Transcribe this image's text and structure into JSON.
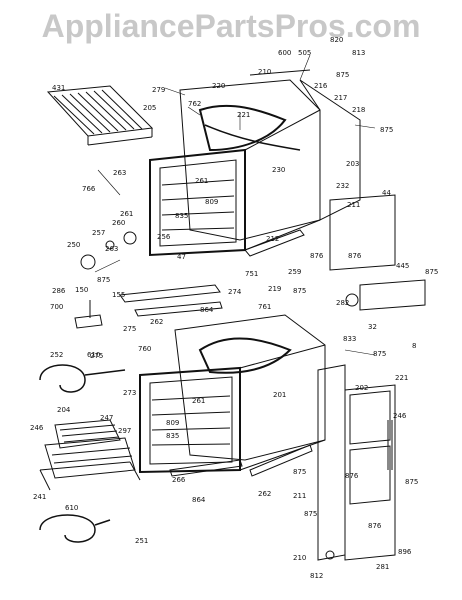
{
  "watermark": {
    "text": "AppliancePartsPros.com"
  },
  "colors": {
    "ink": "#111111",
    "watermark": "#c8c8c8",
    "background": "#ffffff"
  },
  "labels": {
    "l431": "431",
    "l279": "279",
    "l205": "205",
    "l762": "762",
    "l220": "220",
    "l600": "600",
    "l505": "505",
    "l820": "820",
    "l813": "813",
    "l875a": "875",
    "l210a": "210",
    "l216": "216",
    "l217": "217",
    "l218": "218",
    "l875b": "875",
    "l221a": "221",
    "l263": "263",
    "l766": "766",
    "l261a": "261",
    "l261b": "261",
    "l809a": "809",
    "l835a": "835",
    "l230": "230",
    "l203": "203",
    "l232": "232",
    "l44": "44",
    "l211a": "211",
    "l876a": "876",
    "l876b": "876",
    "l212": "212",
    "l259": "259",
    "l260": "260",
    "l257": "257",
    "l256": "256",
    "l263b": "263",
    "l250": "250",
    "l47": "47",
    "l751": "751",
    "l445": "445",
    "l875c": "875",
    "l286": "286",
    "l150": "150",
    "l875d": "875",
    "l155": "155",
    "l274": "274",
    "l761": "761",
    "l219": "219",
    "l875e": "875",
    "l262": "262",
    "l700": "700",
    "l275a": "275",
    "l864a": "864",
    "l282": "282",
    "l32": "32",
    "l275b": "275",
    "l833": "833",
    "l8": "8",
    "l252": "252",
    "l610a": "610",
    "l760": "760",
    "l875f": "875",
    "l221b": "221",
    "l273": "273",
    "l202": "202",
    "l204": "204",
    "l201": "201",
    "l261c": "261",
    "l247": "247",
    "l297": "297",
    "l809b": "809",
    "l835b": "835",
    "l246": "246",
    "l246b": "246",
    "l876c": "876",
    "l875g": "875",
    "l266": "266",
    "l864b": "864",
    "l262b": "262",
    "l875h": "875",
    "l241": "241",
    "l211b": "211",
    "l875i": "875",
    "l610b": "610",
    "l251": "251",
    "l876d": "876",
    "l210b": "210",
    "l812": "812",
    "l281": "281",
    "l896": "896"
  }
}
